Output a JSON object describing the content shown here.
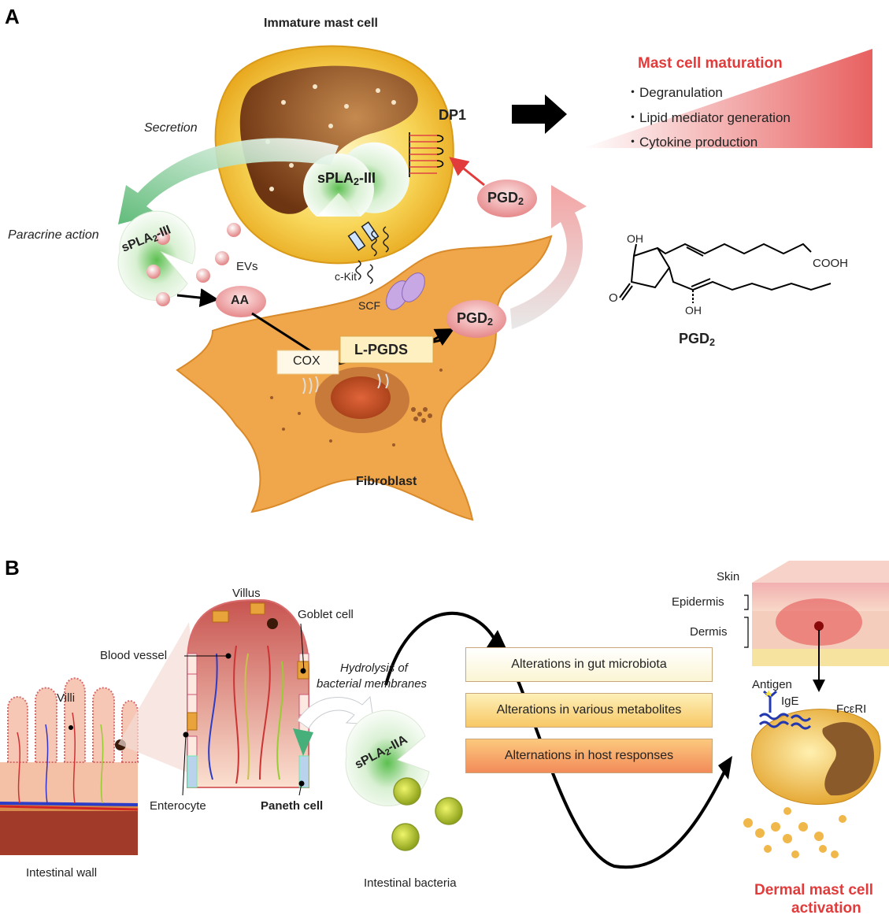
{
  "panel_a": {
    "label": "A",
    "mast_cell_title": "Immature mast cell",
    "secretion": "Secretion",
    "paracrine": "Paracrine action",
    "spla2_main": "sPLA",
    "spla2_sub": "2",
    "spla2_suffix": "-III",
    "evs": "EVs",
    "aa": "AA",
    "ckit": "c-Kit",
    "scf": "SCF",
    "cox": "COX",
    "lpgds": "L-PGDS",
    "pgd_main": "PGD",
    "pgd_sub": "2",
    "dp1": "DP1",
    "fibroblast": "Fibroblast",
    "maturation_title": "Mast cell maturation",
    "maturation_items": [
      "・Degranulation",
      "・Lipid mediator generation",
      "・Cytokine production"
    ],
    "structure_oh1": "OH",
    "structure_oh2": "OH",
    "structure_cooh": "COOH",
    "structure_o": "O"
  },
  "panel_b": {
    "label": "B",
    "villus": "Villus",
    "goblet_cell": "Goblet cell",
    "blood_vessel": "Blood vessel",
    "villi": "Villi",
    "enterocyte": "Enterocyte",
    "paneth_cell": "Paneth cell",
    "intestinal_wall": "Intestinal wall",
    "hydrolysis_line1": "Hydrolysis of",
    "hydrolysis_line2": "bacterial membranes",
    "spla2_main": "sPLA",
    "spla2_sub": "2",
    "spla2_suffix": "-IIA",
    "intestinal_bacteria": "Intestinal bacteria",
    "alterations": [
      "Alterations in gut microbiota",
      "Alterations in various metabolites",
      "Alternations in host responses"
    ],
    "alteration_colors": [
      "#fdfbe4",
      "#fbd98c",
      "#f6a26a"
    ],
    "skin": "Skin",
    "epidermis": "Epidermis",
    "dermis": "Dermis",
    "antigen": "Antigen",
    "ige": "IgE",
    "fceri": "FcεRI",
    "dermal_line1": "Dermal mast cell",
    "dermal_line2": "activation"
  },
  "colors": {
    "accent_red": "#e23b3b",
    "fibroblast": "#f0a64a",
    "mast_cell": "#f7cf4a",
    "nucleus": "#8a4a1c"
  }
}
